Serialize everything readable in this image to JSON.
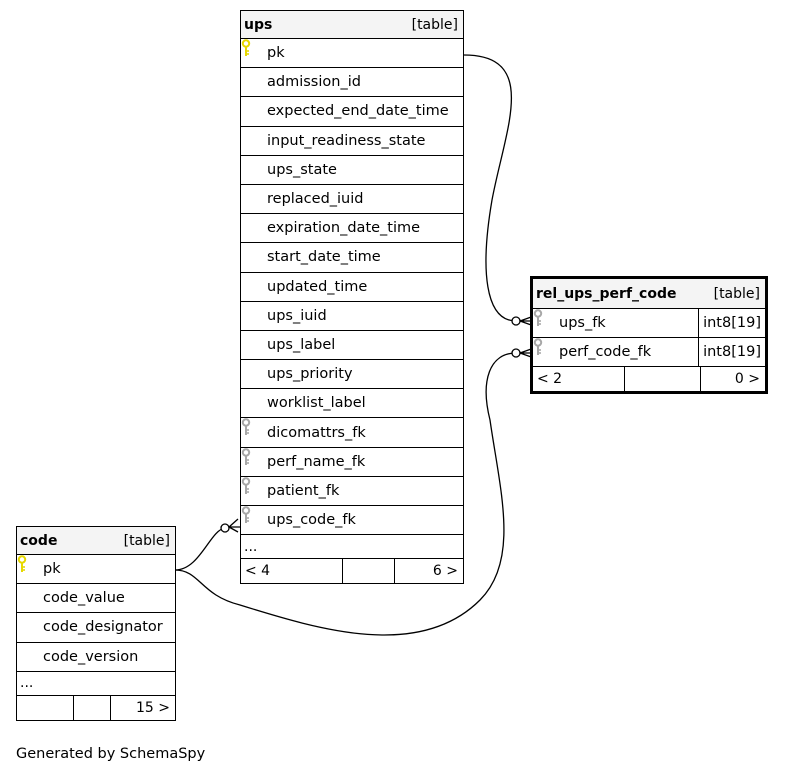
{
  "tables": {
    "ups": {
      "name": "ups",
      "type": "[table]",
      "columns": [
        "pk",
        "admission_id",
        "expected_end_date_time",
        "input_readiness_state",
        "ups_state",
        "replaced_iuid",
        "expiration_date_time",
        "start_date_time",
        "updated_time",
        "ups_iuid",
        "ups_label",
        "ups_priority",
        "worklist_label",
        "dicomattrs_fk",
        "perf_name_fk",
        "patient_fk",
        "ups_code_fk"
      ],
      "more": "...",
      "footer_left": "< 4",
      "footer_right": "6 >"
    },
    "rel": {
      "name": "rel_ups_perf_code",
      "type": "[table]",
      "columns": [
        "ups_fk",
        "perf_code_fk"
      ],
      "types": [
        "int8[19]",
        "int8[19]"
      ],
      "footer_left": "< 2",
      "footer_right": "0 >"
    },
    "code": {
      "name": "code",
      "type": "[table]",
      "columns": [
        "pk",
        "code_value",
        "code_designator",
        "code_version"
      ],
      "more": "...",
      "footer_right": "15 >"
    }
  },
  "caption": "Generated by SchemaSpy",
  "colors": {
    "primary_key": "#e6d800",
    "foreign_key": "#a8a8a8"
  }
}
